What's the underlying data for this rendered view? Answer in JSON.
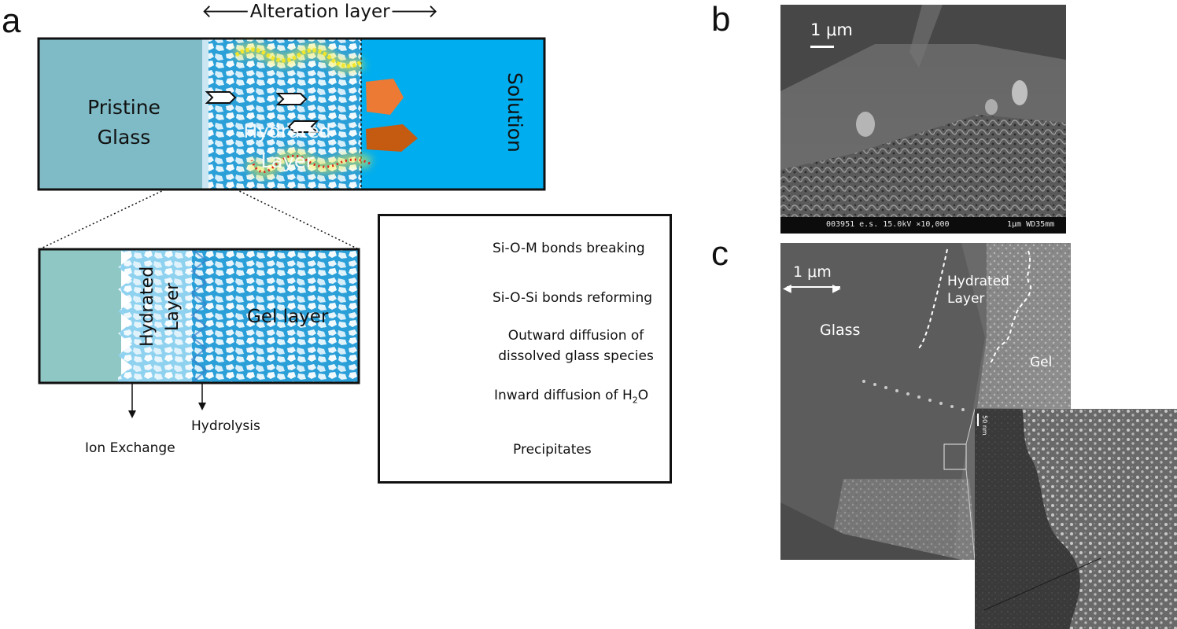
{
  "panels": {
    "a": "a",
    "b": "b",
    "c": "c"
  },
  "panel_a": {
    "alteration_header": "Alteration layer",
    "pristine_label": "Pristine Glass",
    "hydrated_overlay": "Hydrated Layer",
    "solution_label": "Solution",
    "zoom_hydrated": "Hydrated Layer",
    "zoom_gel": "Gel layer",
    "ion_exchange": "Ion Exchange",
    "hydrolysis": "Hydrolysis",
    "colors": {
      "pristine": "#7fbbc6",
      "solution": "#00adee",
      "precipitate_light": "#ec7a34",
      "precipitate_dark": "#c55a11"
    }
  },
  "legend": {
    "items": [
      {
        "label": "Si-O-M bonds breaking",
        "icon": "open-chevron-right"
      },
      {
        "label": "Si-O-Si bonds reforming",
        "icon": "open-chevron-left"
      },
      {
        "label": "Outward diffusion of dissolved glass species",
        "line1": "Outward diffusion of",
        "line2": "dissolved glass species",
        "icon": "yellow-squiggle-arrow"
      },
      {
        "label": "Inward diffusion of H2O",
        "icon": "red-dotted-squiggle-arrow"
      },
      {
        "label": "Precipitates",
        "icon": "pentagon-precipitates"
      }
    ],
    "h2o_prefix": "Inward diffusion of H",
    "h2o_sub": "2",
    "h2o_suffix": "O"
  },
  "panel_b": {
    "scale_label": "1 μm",
    "info_bar": "003951 e.s. 15.0kV  ×10,000",
    "info_scale": "1μm WD35mm"
  },
  "panel_c": {
    "scale_label": "1 μm",
    "glass": "Glass",
    "hydrated_line1": "Hydrated",
    "hydrated_line2": "Layer",
    "gel": "Gel",
    "inset_scale": "50 nm"
  }
}
